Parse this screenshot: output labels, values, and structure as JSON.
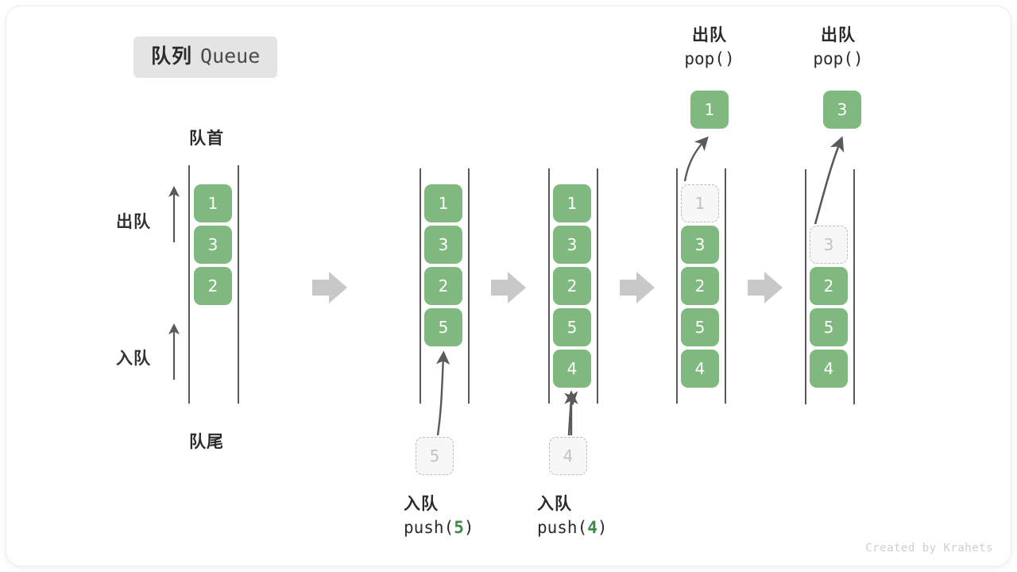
{
  "title": {
    "cn": "队列",
    "en": "Queue"
  },
  "labels": {
    "front": "队首",
    "rear": "队尾",
    "dequeue_side": "出队",
    "enqueue_side": "入队"
  },
  "colors": {
    "element_fill": "#7fb97f",
    "element_text": "#ffffff",
    "ghost_fill": "#f7f7f7",
    "ghost_border": "#bdbdbd",
    "ghost_text": "#c2c2c2",
    "rail": "#595959",
    "arrow": "#5a5a5a",
    "separator": "#c8c8c8",
    "badge_bg": "#e4e4e4",
    "accent_code": "#3f8a43",
    "text": "#2b2b2b"
  },
  "steps": [
    {
      "id": "initial",
      "caption_cn": "",
      "caption_code": "",
      "cells": [
        "1",
        "3",
        "2"
      ],
      "ghost_index": -1,
      "incoming": null,
      "popped": null
    },
    {
      "id": "push-5",
      "caption_cn": "入队",
      "caption_code": "push(",
      "caption_arg": "5",
      "caption_code_end": ")",
      "cells": [
        "1",
        "3",
        "2",
        "5"
      ],
      "ghost_index": -1,
      "incoming": "5",
      "popped": null
    },
    {
      "id": "push-4",
      "caption_cn": "入队",
      "caption_code": "push(",
      "caption_arg": "4",
      "caption_code_end": ")",
      "cells": [
        "1",
        "3",
        "2",
        "5",
        "4"
      ],
      "ghost_index": -1,
      "incoming": "4",
      "popped": null
    },
    {
      "id": "pop-1",
      "caption_cn": "出队",
      "caption_code": "pop()",
      "caption_arg": "",
      "caption_code_end": "",
      "cells": [
        "1",
        "3",
        "2",
        "5",
        "4"
      ],
      "ghost_index": 0,
      "incoming": null,
      "popped": "1"
    },
    {
      "id": "pop-3",
      "caption_cn": "出队",
      "caption_code": "pop()",
      "caption_arg": "",
      "caption_code_end": "",
      "cells": [
        "3",
        "2",
        "5",
        "4"
      ],
      "ghost_index": 0,
      "incoming": null,
      "popped": "3"
    }
  ],
  "credit": "Created by Krahets"
}
